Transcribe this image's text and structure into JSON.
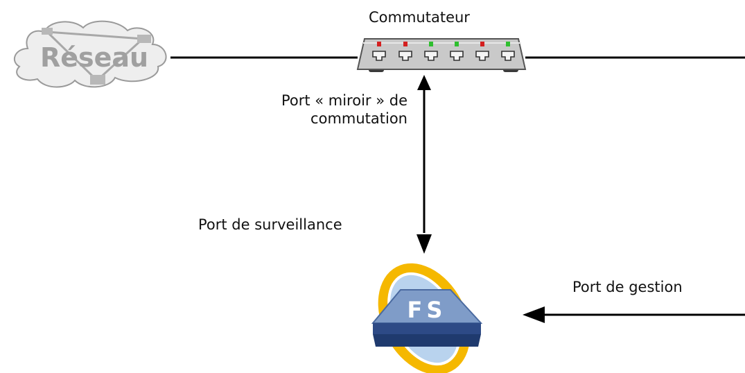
{
  "network_label": "Réseau",
  "switch_label": "Commutateur",
  "mirror_port_label_line1": "Port « miroir » de",
  "mirror_port_label_line2": "commutation",
  "monitoring_port_label": "Port de surveillance",
  "management_port_label": "Port de gestion",
  "appliance_label": "FS",
  "colors": {
    "line": "#000000",
    "cloud_fill": "#eeeeee",
    "cloud_text": "#a0a0a0",
    "switch_body": "#c9c9c9",
    "led_red": "#d42020",
    "led_green": "#2fbf2f",
    "appliance_ring": "#f5b800",
    "appliance_top": "#7f9cc8",
    "appliance_base": "#2d4a86"
  },
  "icons": [
    "network-cloud-icon",
    "switch-icon",
    "fs-appliance-icon"
  ]
}
